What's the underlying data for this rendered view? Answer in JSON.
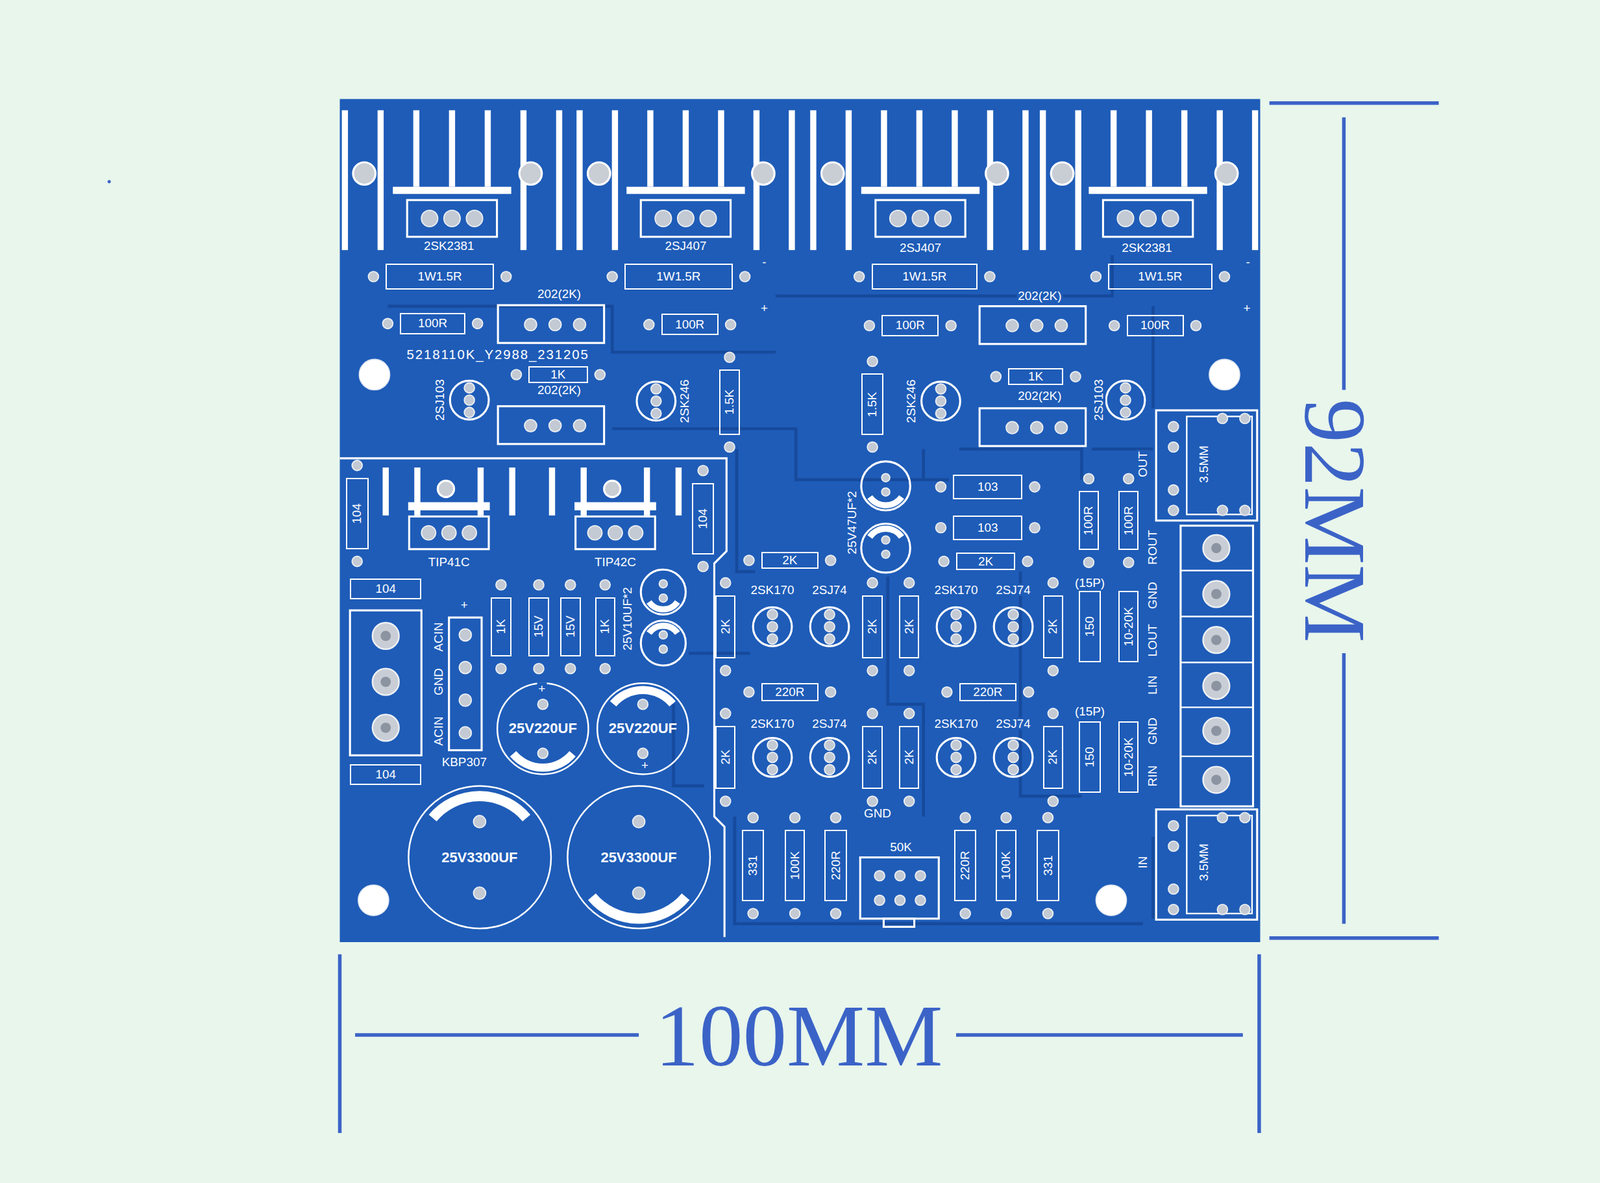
{
  "diagram": {
    "nodes": [
      {
        "text": [
          "1W1.5R"
        ]
      },
      {
        "text": [
          "1W1.5R"
        ]
      },
      {
        "text": [
          "1W1.5R"
        ]
      },
      {
        "text": [
          "1W1.5R"
        ]
      },
      {
        "text": [
          "100R"
        ]
      },
      {
        "text": [
          "100R"
        ]
      },
      {
        "text": [
          "100R"
        ]
      },
      {
        "text": [
          "100R"
        ]
      },
      {
        "text": [
          "1K"
        ]
      },
      {
        "text": [
          "1K"
        ]
      },
      {
        "text": [
          "1.5K"
        ]
      },
      {
        "text": [
          "1.5K"
        ]
      },
      {
        "text": [
          "103"
        ]
      },
      {
        "text": [
          "103"
        ]
      },
      {
        "text": [
          "104"
        ]
      },
      {
        "text": [
          "100R"
        ]
      },
      {
        "text": [
          "100R"
        ]
      },
      {
        "text": [
          "104"
        ]
      },
      {
        "text": [
          "2K"
        ]
      },
      {
        "text": [
          "2K"
        ]
      },
      {
        "text": [
          "104"
        ]
      },
      {
        "text": [
          "1K"
        ]
      },
      {
        "text": [
          "15V"
        ]
      },
      {
        "text": [
          "15V"
        ]
      },
      {
        "text": [
          "1K"
        ]
      },
      {
        "text": [
          "2K"
        ]
      },
      {
        "text": [
          "2K"
        ]
      },
      {
        "text": [
          "2K"
        ]
      },
      {
        "text": [
          "2K"
        ]
      },
      {
        "text": [
          "150"
        ]
      },
      {
        "text": [
          "10-20K"
        ]
      },
      {
        "text": [
          "220R"
        ]
      },
      {
        "text": [
          "220R"
        ]
      },
      {
        "text": [
          "25V220UF"
        ]
      },
      {
        "text": [
          "25V220UF"
        ]
      },
      {
        "text": [
          "2K"
        ]
      },
      {
        "text": [
          "2K"
        ]
      },
      {
        "text": [
          "2K"
        ]
      },
      {
        "text": [
          "2K"
        ]
      },
      {
        "text": [
          "150"
        ]
      },
      {
        "text": [
          "10-20K"
        ]
      },
      {
        "text": [
          "104"
        ]
      },
      {
        "text": [
          "331"
        ]
      },
      {
        "text": [
          "100K"
        ]
      },
      {
        "text": [
          "220R"
        ]
      },
      {
        "text": [
          "220R"
        ]
      },
      {
        "text": [
          "100K"
        ]
      },
      {
        "text": [
          "331"
        ]
      },
      {
        "text": [
          "25V3300UF"
        ]
      },
      {
        "text": [
          "25V3300UF"
        ]
      }
    ],
    "labels": [
      "2SK2381",
      "2SJ407",
      "2SJ407",
      "2SK2381",
      "-",
      "-",
      "202(2K)",
      "202(2K)",
      "+",
      "+",
      "5218110K_Y2988_231205",
      "202(2K)",
      "202(2K)",
      "2SJ103",
      "2SK246",
      "2SK246",
      "2SJ103",
      "OUT",
      "3.5MM",
      "25V47UF*2",
      "ROUT",
      "TIP41C",
      "TIP42C",
      "(15P)",
      "2SK170",
      "2SJ74",
      "2SK170",
      "2SJ74",
      "GND",
      "+",
      "25V10UF*2",
      "ACIN",
      "LOUT",
      "GND",
      "LIN",
      "+",
      "(15P)",
      "2SK170",
      "2SJ74",
      "2SK170",
      "2SJ74",
      "ACIN",
      "GND",
      "KBP307",
      "+",
      "RIN",
      "GND",
      "50K",
      "IN",
      "3.5MM",
      "100MM",
      "92MM"
    ]
  }
}
